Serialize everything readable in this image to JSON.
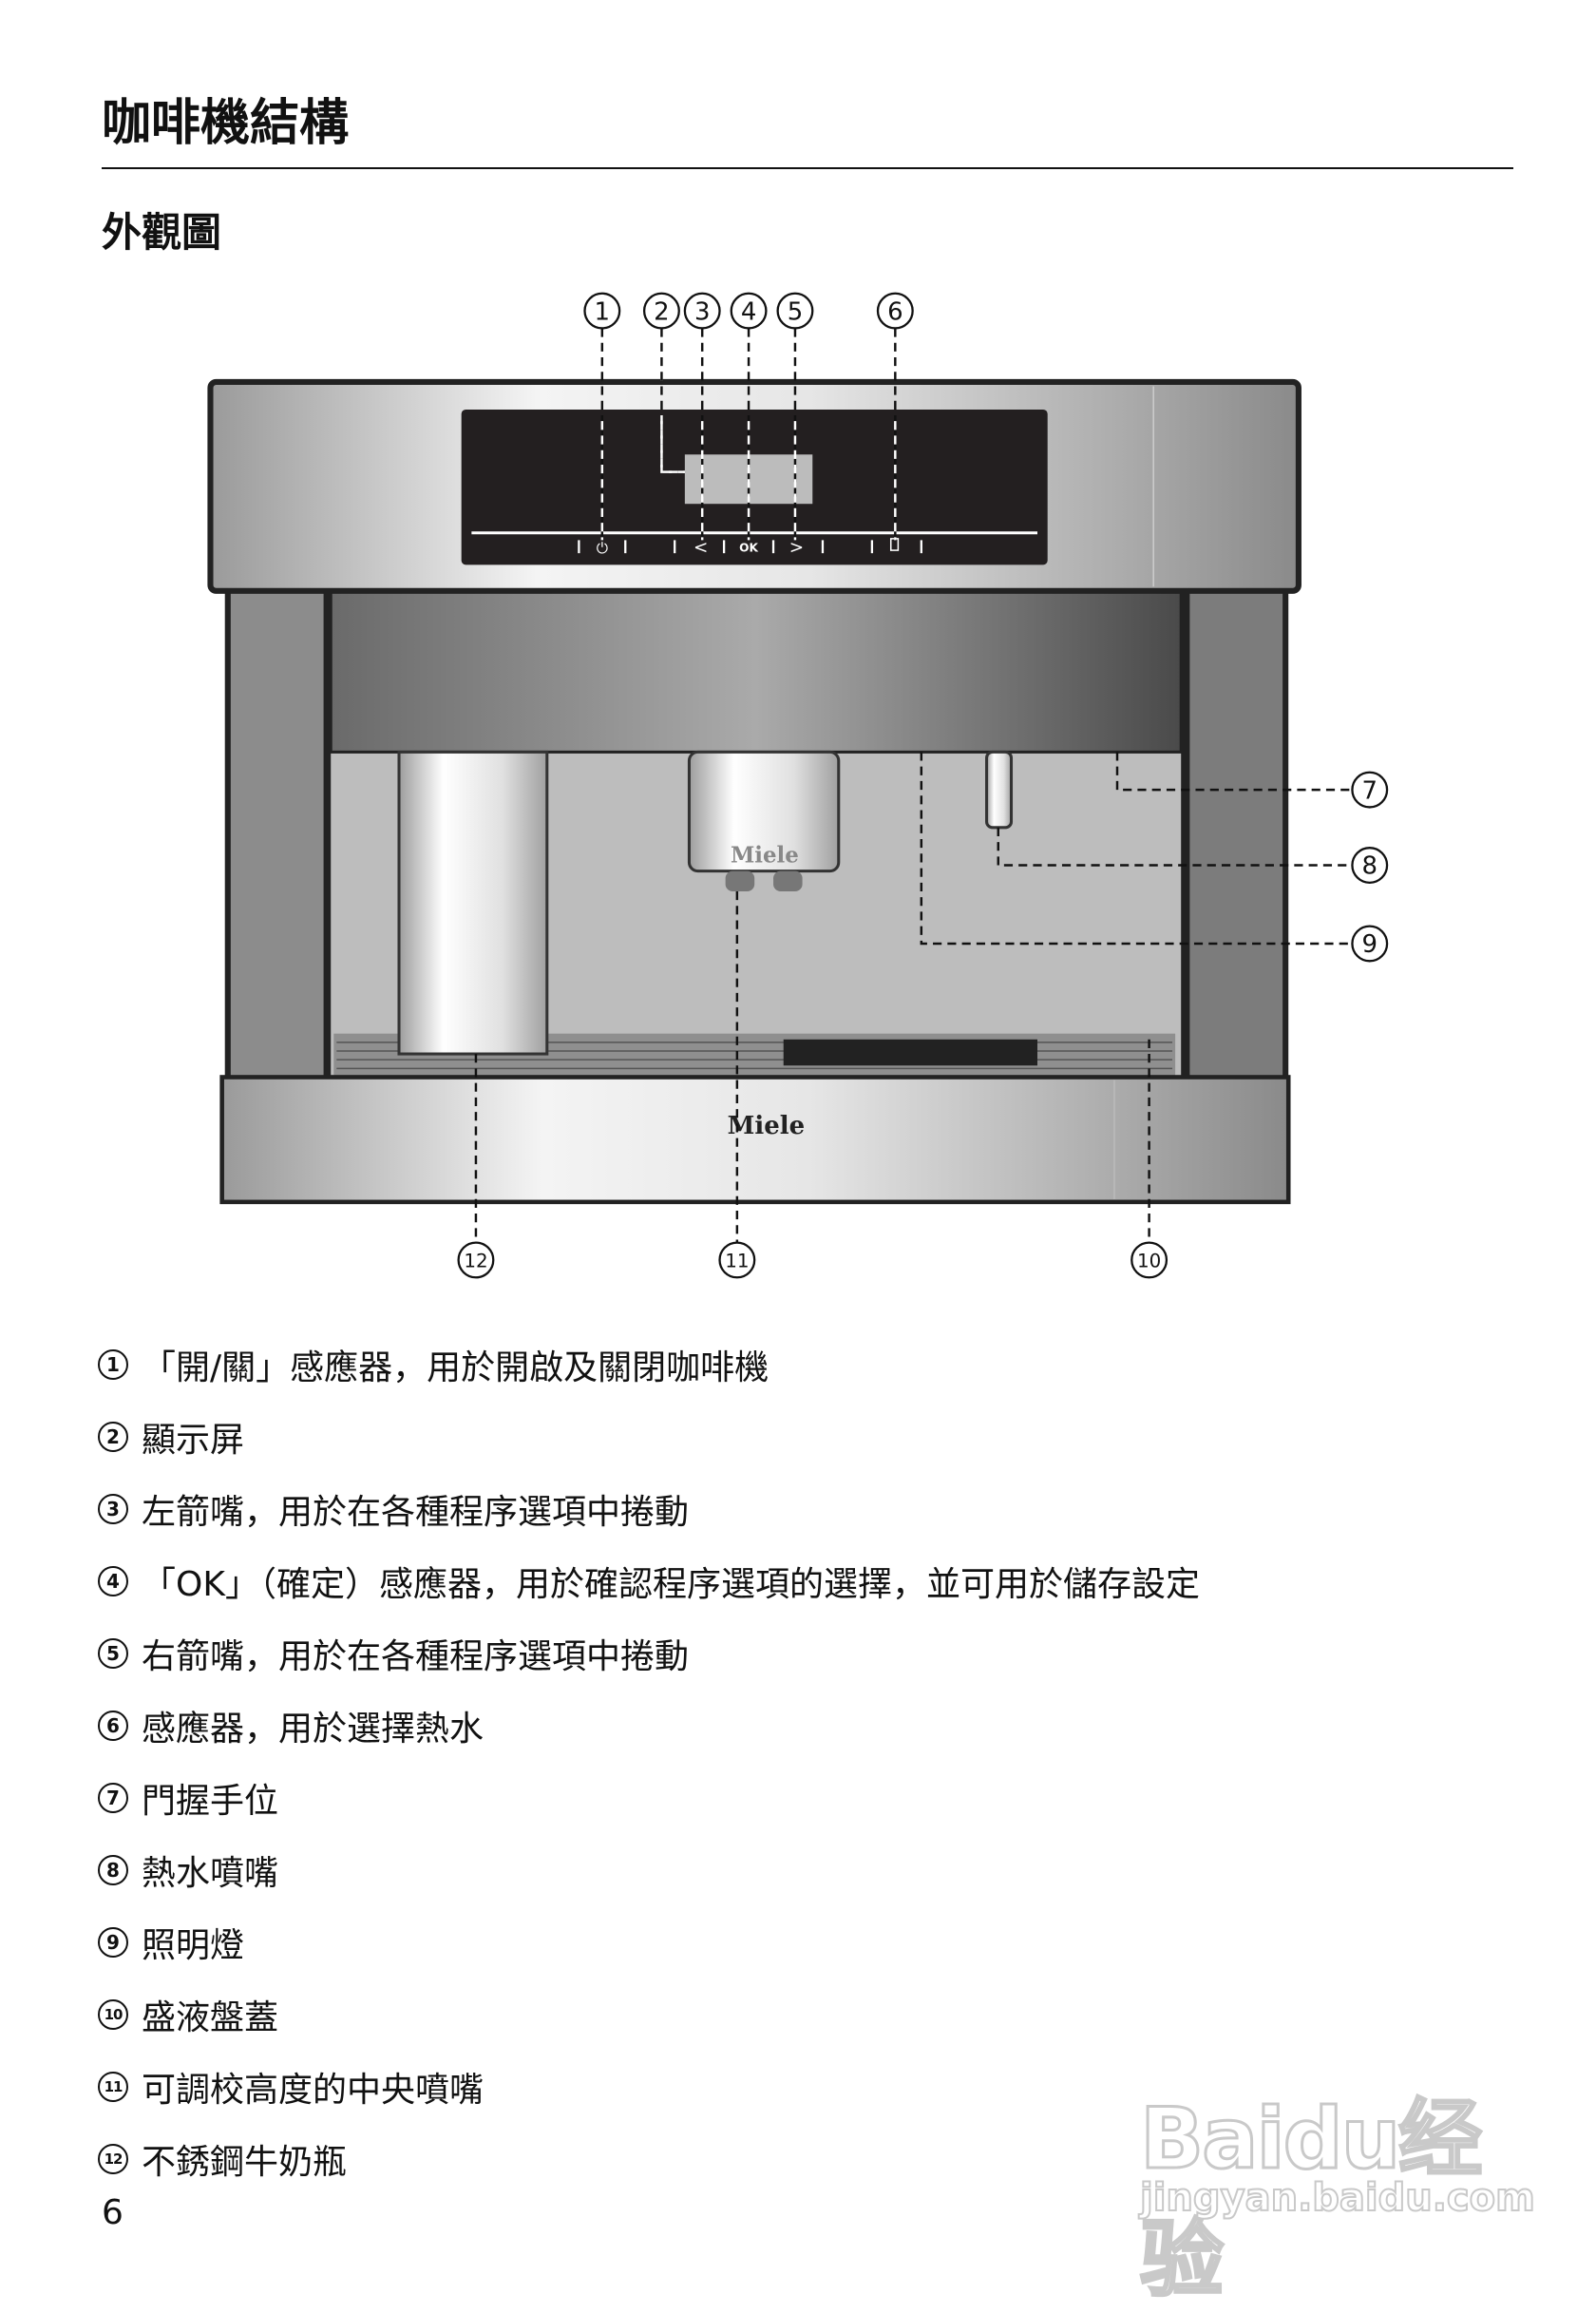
{
  "header": {
    "title": "咖啡機結構",
    "subtitle": "外觀圖"
  },
  "diagram": {
    "callouts": [
      "1",
      "2",
      "3",
      "4",
      "5",
      "6",
      "7",
      "8",
      "9",
      "10",
      "11",
      "12"
    ],
    "brand_logo": "Miele",
    "panel_labels": {
      "ok": "OK",
      "left": "<",
      "right": ">"
    }
  },
  "legend": [
    {
      "num": "1",
      "text": "「開/關」感應器，用於開啟及關閉咖啡機"
    },
    {
      "num": "2",
      "text": "顯示屏"
    },
    {
      "num": "3",
      "text": "左箭嘴，用於在各種程序選項中捲動"
    },
    {
      "num": "4",
      "text": "「OK」（確定）感應器，用於確認程序選項的選擇，並可用於儲存設定"
    },
    {
      "num": "5",
      "text": "右箭嘴，用於在各種程序選項中捲動"
    },
    {
      "num": "6",
      "text": "感應器，用於選擇熱水"
    },
    {
      "num": "7",
      "text": "門握手位"
    },
    {
      "num": "8",
      "text": "熱水噴嘴"
    },
    {
      "num": "9",
      "text": "照明燈"
    },
    {
      "num": "10",
      "text": "盛液盤蓋"
    },
    {
      "num": "11",
      "text": "可調校高度的中央噴嘴"
    },
    {
      "num": "12",
      "text": "不銹鋼牛奶瓶"
    }
  ],
  "footer": {
    "page_number": "6"
  },
  "watermark": {
    "brand": "Baidu经验",
    "url": "jingyan.baidu.com"
  }
}
